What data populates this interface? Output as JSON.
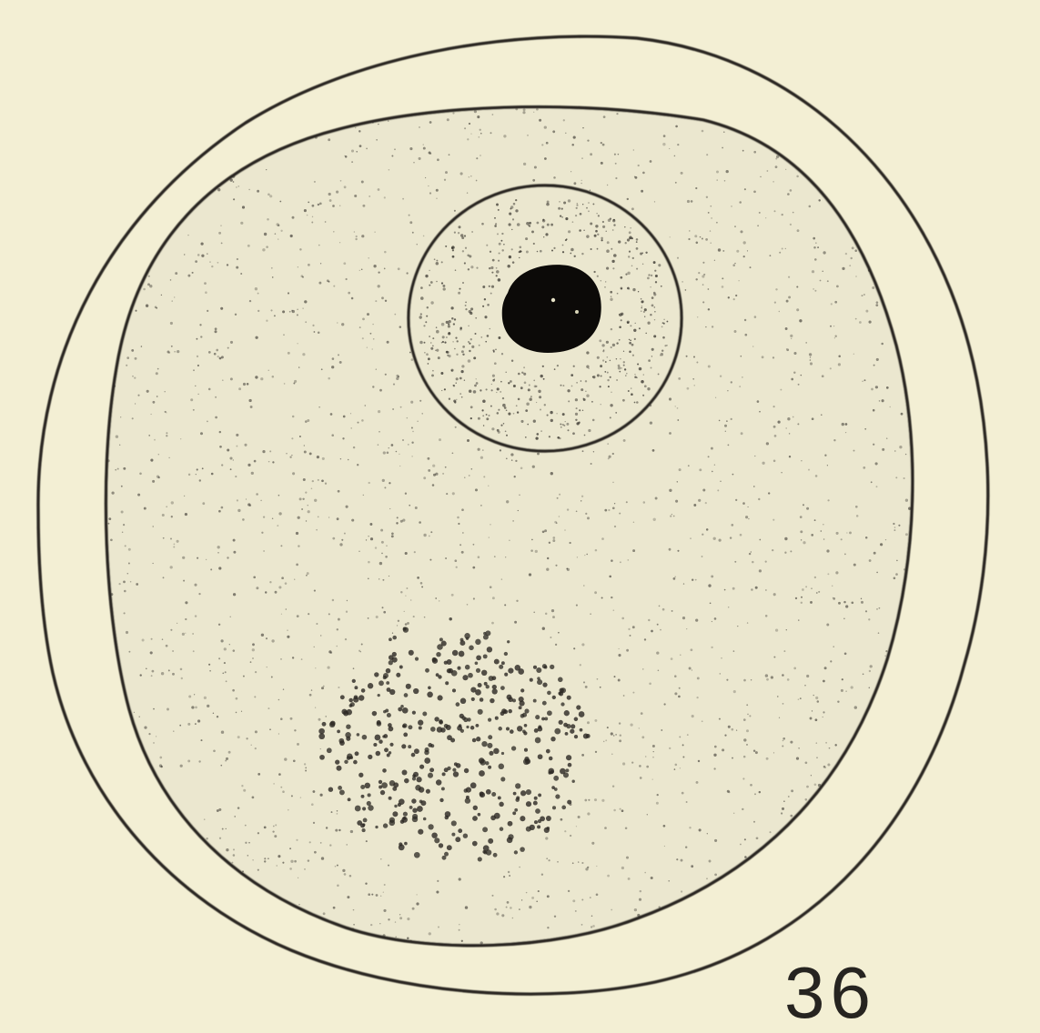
{
  "figure": {
    "number_label": "36",
    "colors": {
      "paper": "#f3efd4",
      "ink": "#2a2722",
      "cytoplasm_fill": "#ebe7cf",
      "nucleolus": "#0c0a08"
    },
    "parts": [
      "outer-membrane",
      "cell-body",
      "nucleus",
      "nucleolus",
      "stippling"
    ]
  }
}
